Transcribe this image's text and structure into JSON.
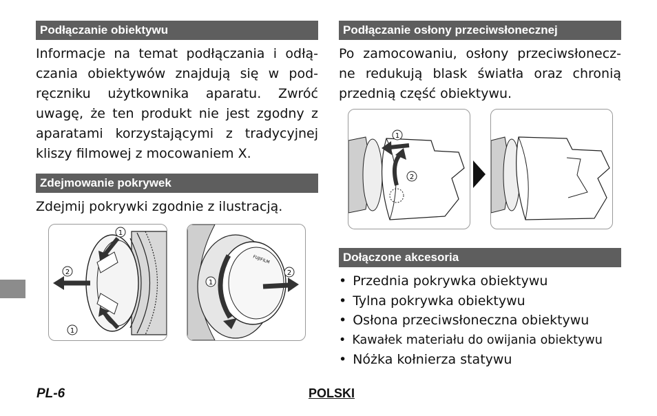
{
  "left": {
    "section1": {
      "title": "Podłączanie obiektywu",
      "lines": [
        "Informacje na temat podłączania i odłą-",
        "czania obiektywów znajdują się w pod-",
        "ręczniku użytkownika aparatu. Zwróć",
        "uwagę, że ten produkt nie jest zgodny z",
        "aparatami korzystającymi z tradycyjnej",
        "kliszy filmowej z mocowaniem X."
      ]
    },
    "section2": {
      "title": "Zdejmowanie pokrywek",
      "text": "Zdejmij pokrywki zgodnie z ilustracją."
    },
    "fig_front_cap": {
      "step1": "1",
      "step2": "2",
      "step1b": "1"
    },
    "fig_rear_cap": {
      "step1": "1",
      "step2": "2",
      "cap_text": "FUJIFILM"
    }
  },
  "right": {
    "section3": {
      "title": "Podłączanie osłony przeciwsłonecznej",
      "lines": [
        "Po zamocowaniu, osłony przeciwsłonecz-",
        "ne redukują blask światła oraz chronią",
        "przednią część obiektywu."
      ]
    },
    "fig_hood": {
      "step1": "1",
      "step2": "2"
    },
    "section4": {
      "title": "Dołączone akcesoria",
      "items": [
        "Przednia pokrywka obiektywu",
        "Tylna pokrywka obiektywu",
        "Osłona przeciwsłoneczna obiektywu",
        "Kawałek materiału do owijania obiektywu",
        "Nóżka kołnierza statywu"
      ]
    }
  },
  "footer": {
    "page": "PL-6",
    "language": "POLSKI"
  },
  "colors": {
    "header_bg": "#5e5e5e",
    "side_tab": "#8c8c8c"
  }
}
